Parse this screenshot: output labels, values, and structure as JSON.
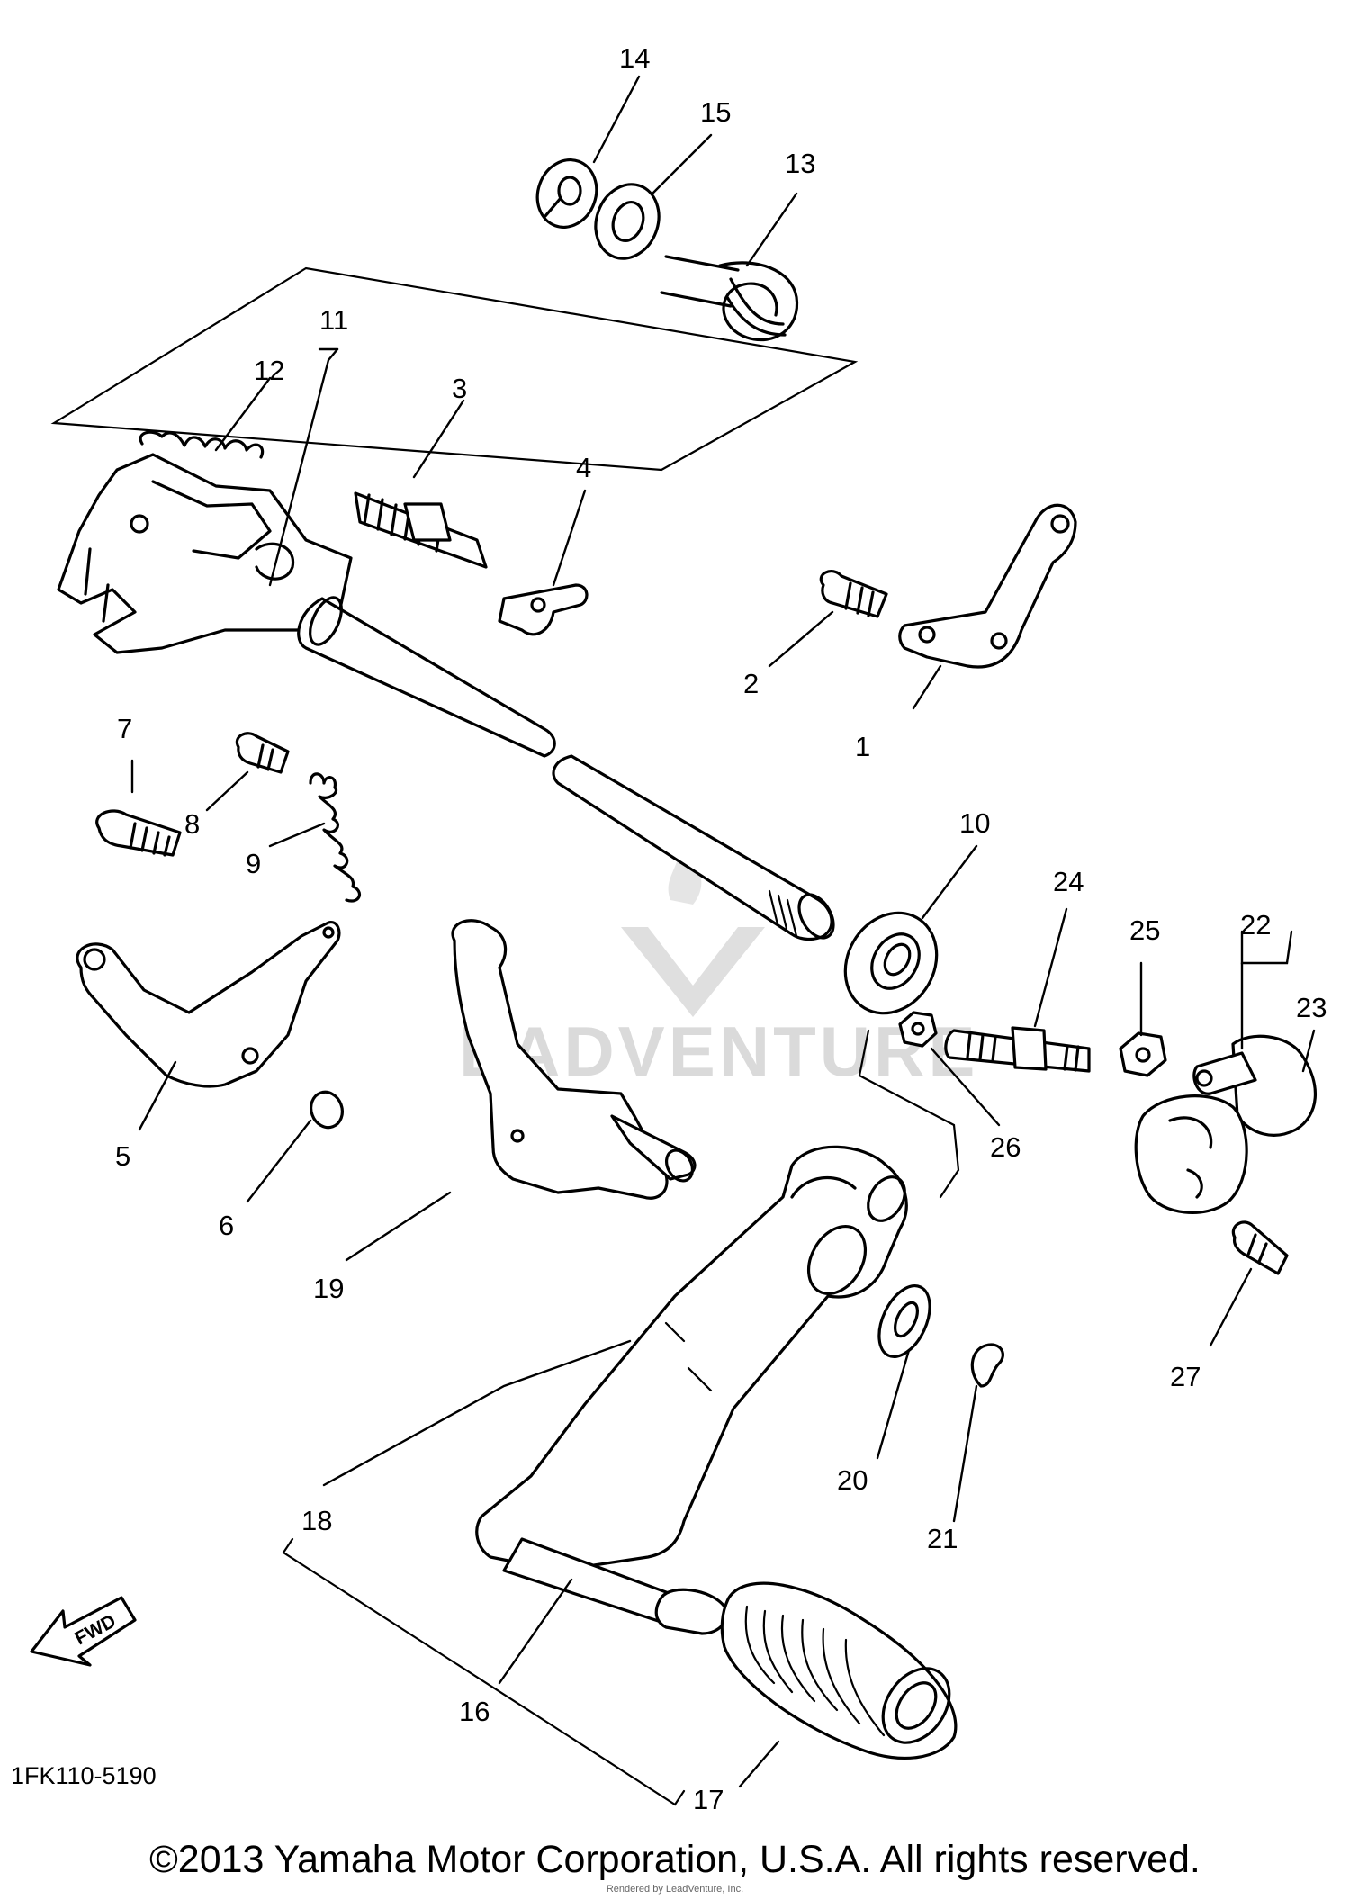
{
  "diagram": {
    "callouts": [
      "1",
      "2",
      "3",
      "4",
      "5",
      "6",
      "7",
      "8",
      "9",
      "10",
      "11",
      "12",
      "13",
      "14",
      "15",
      "16",
      "17",
      "18",
      "19",
      "20",
      "21",
      "22",
      "23",
      "24",
      "25",
      "26",
      "27"
    ],
    "catalog_code": "1FK110-5190",
    "fwd_label": "FWD",
    "watermark": "EADVENTURE"
  },
  "footer": {
    "copyright": "©2013 Yamaha Motor Corporation, U.S.A. All rights reserved.",
    "rendered_by": "Rendered by LeadVenture, Inc."
  }
}
